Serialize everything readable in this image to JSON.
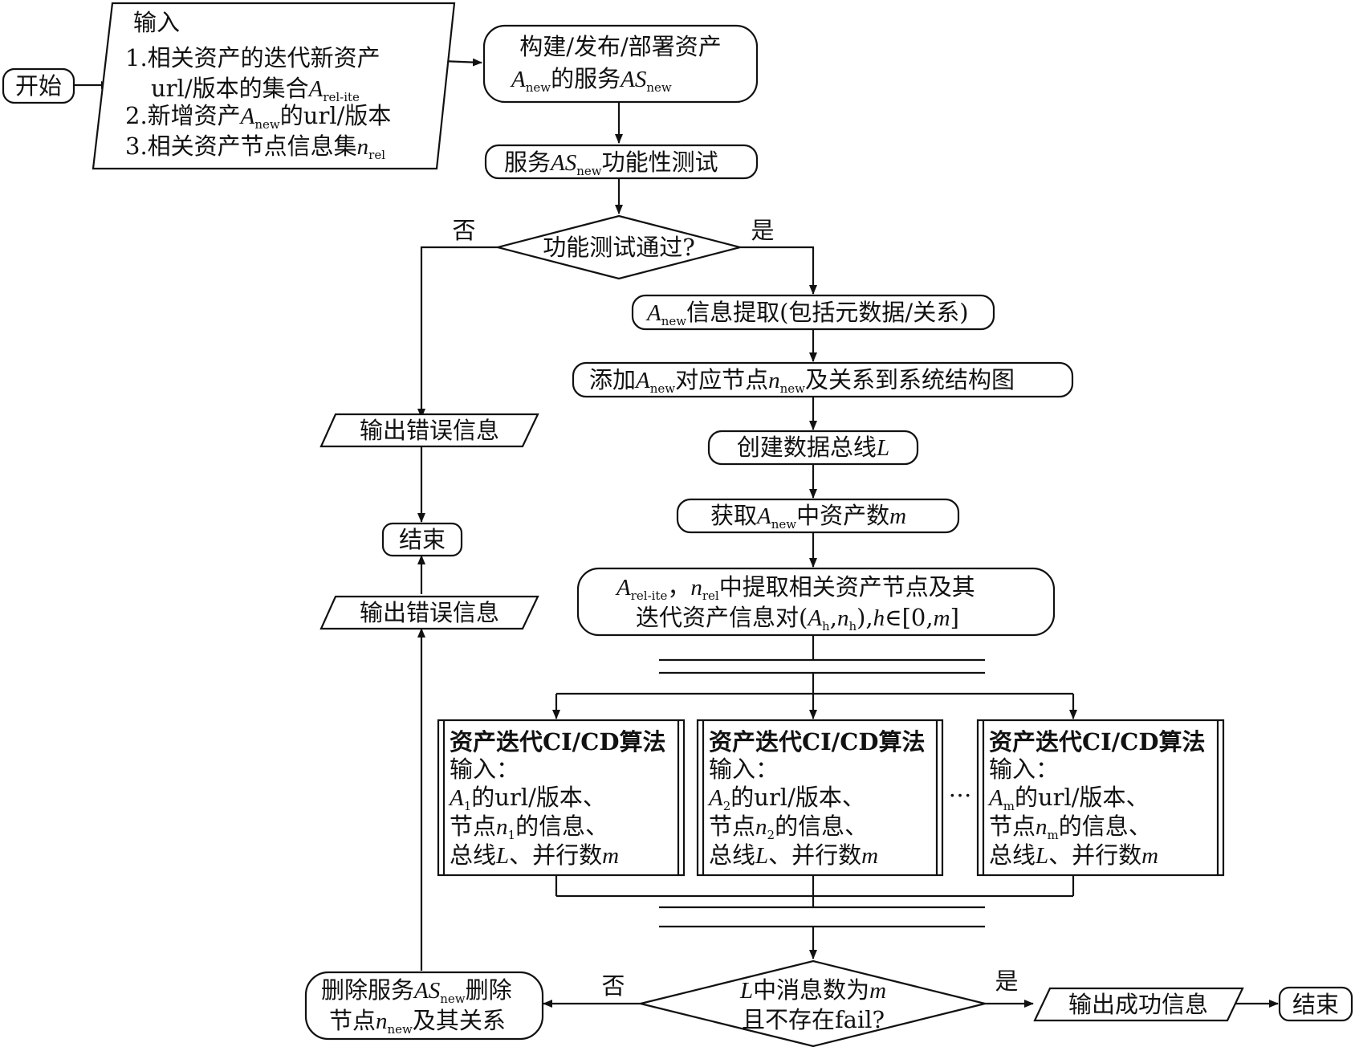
{
  "start": "开始",
  "input": {
    "title": "输入",
    "line1": "1.相关资产的迭代新资产",
    "line2_pre": "url/版本的集合",
    "line2_A": "A",
    "line2_sub": "rel-ite",
    "line3_pre": "2.新增资产",
    "line3_A": "A",
    "line3_sub": "new",
    "line3_post": "的url/版本",
    "line4_pre": "3.相关资产节点信息集",
    "line4_n": "n",
    "line4_sub": "rel"
  },
  "build": {
    "line1": "构建/发布/部署资产",
    "A": "A",
    "A_sub": "new",
    "mid": "的服务",
    "AS": "AS",
    "AS_sub": "new"
  },
  "test": {
    "pre": "服务",
    "AS": "AS",
    "AS_sub": "new",
    "post": "功能性测试"
  },
  "decision1": {
    "text": "功能测试通过?",
    "no": "否",
    "yes": "是"
  },
  "error_top": "输出错误信息",
  "end_left": "结束",
  "error_bottom": "输出错误信息",
  "extract": {
    "A": "A",
    "A_sub": "new",
    "post": "信息提取(包括元数据/关系)"
  },
  "add": {
    "pre": "添加",
    "A": "A",
    "A_sub": "new",
    "mid": "对应节点",
    "n": "n",
    "n_sub": "new",
    "post": "及关系到系统结构图"
  },
  "bus": {
    "pre": "创建数据总线",
    "L": "L"
  },
  "count": {
    "pre": "获取",
    "A": "A",
    "A_sub": "new",
    "mid": "中资产数",
    "m": "m"
  },
  "pairs": {
    "A": "A",
    "A_sub": "rel-ite",
    "sep": "，",
    "n": "n",
    "n_sub": "rel",
    "line1_post": "中提取相关资产节点及其",
    "line2_pre": "迭代资产信息对(",
    "Ah": "A",
    "Ah_sub": "h",
    "comma": ",",
    "nh": "n",
    "nh_sub": "h",
    "close": "),",
    "h": "h",
    "range_pre": "∈[0,",
    "m": "m",
    "range_post": "]"
  },
  "algos": [
    {
      "title": "资产迭代CI/CD算法",
      "input": "输入：",
      "A": "A",
      "A_sub": "1",
      "l1_post": "的url/版本、",
      "l2_pre": "节点",
      "n": "n",
      "n_sub": "1",
      "l2_post": "的信息、",
      "l3_pre": "总线",
      "L": "L",
      "l3_mid": "、并行数",
      "m": "m"
    },
    {
      "title": "资产迭代CI/CD算法",
      "input": "输入：",
      "A": "A",
      "A_sub": "2",
      "l1_post": "的url/版本、",
      "l2_pre": "节点",
      "n": "n",
      "n_sub": "2",
      "l2_post": "的信息、",
      "l3_pre": "总线",
      "L": "L",
      "l3_mid": "、并行数",
      "m": "m"
    },
    {
      "title": "资产迭代CI/CD算法",
      "input": "输入：",
      "A": "A",
      "A_sub": "m",
      "l1_post": "的url/版本、",
      "l2_pre": "节点",
      "n": "n",
      "n_sub": "m",
      "l2_post": "的信息、",
      "l3_pre": "总线",
      "L": "L",
      "l3_mid": "、并行数",
      "m": "m"
    }
  ],
  "ellipsis": "…",
  "decision2": {
    "L": "L",
    "line1_post": "中消息数为",
    "m": "m",
    "line2": "且不存在fail?",
    "no": "否",
    "yes": "是"
  },
  "delete": {
    "pre": "删除服务",
    "AS": "AS",
    "AS_sub": "new",
    "post": "删除",
    "l2_pre": "节点",
    "n": "n",
    "n_sub": "new",
    "l2_post": "及其关系"
  },
  "success": "输出成功信息",
  "end_right": "结束"
}
